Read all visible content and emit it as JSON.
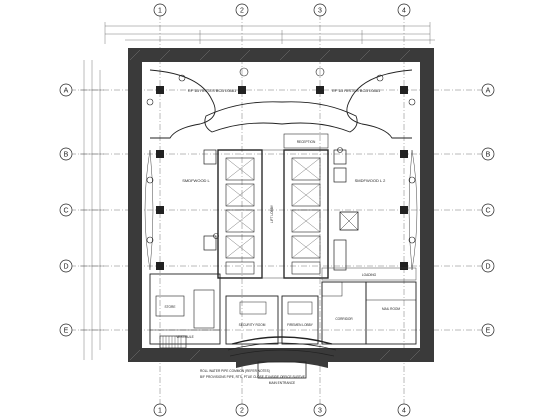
{
  "grid": {
    "columns": [
      "1",
      "2",
      "3",
      "4"
    ],
    "rows": [
      "A",
      "B",
      "C",
      "D",
      "E"
    ]
  },
  "notes": {
    "line1": "ROLL WATER PIPE COMMON (REFER NOTES)",
    "line2": "B/F PROVISIONS PIPE, RTS, PTUE CLOSE IT INSIDE OFFICE SLEEVE"
  },
  "rooms": {
    "top_left": "RF 1B RISTES BCB L0881",
    "top_right": "RF 1B RISTES BCB L0881",
    "west": "SMDFWOOD L",
    "east": "SMDFWOOD L 2",
    "lift_lobby": "LIFT LOBBY",
    "reception": "RECEPTION",
    "vestibule": "VESTIBULE",
    "store": "STORE",
    "security": "SECURITY ROOM",
    "firemen": "FIREMEN LOBBY",
    "mail": "MAIL ROOM",
    "corridor": "CORRIDOR",
    "entrance": "MAIN ENTRANCE",
    "loading": "LOADING"
  }
}
